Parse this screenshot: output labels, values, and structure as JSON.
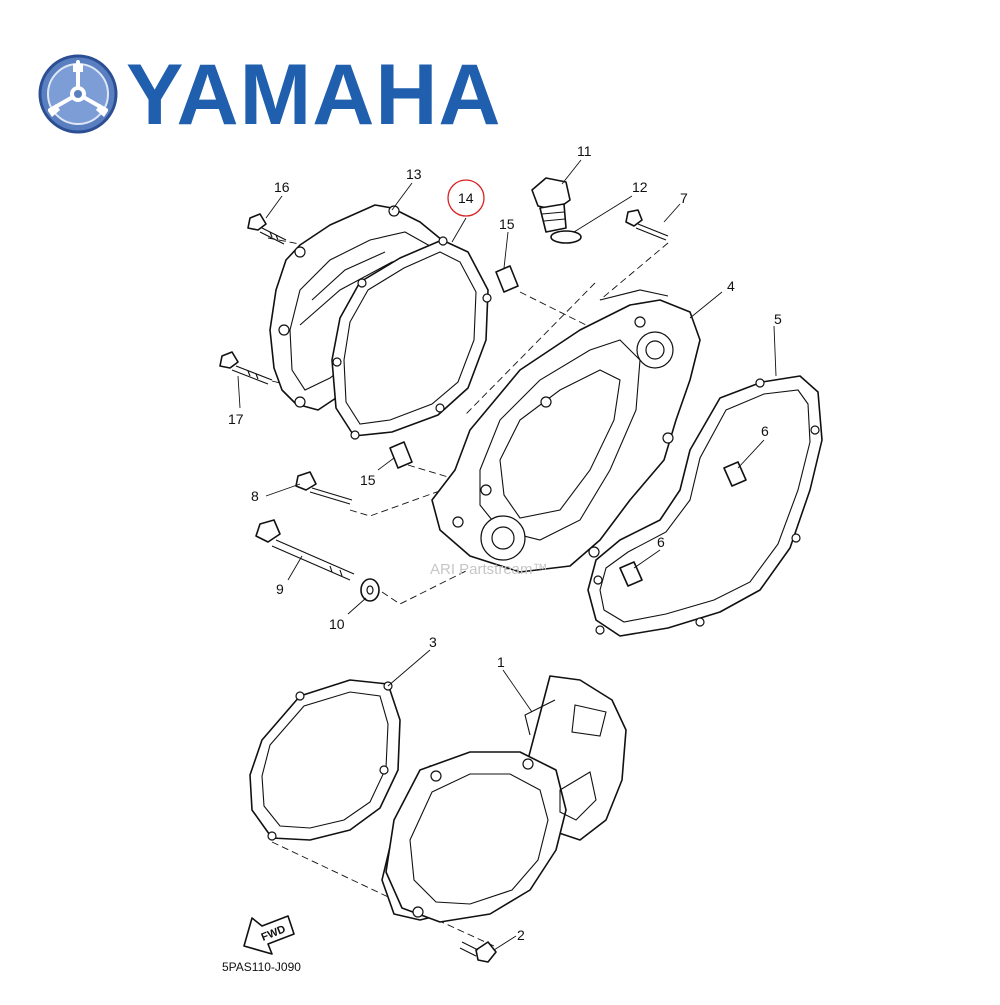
{
  "brand": {
    "name": "YAMAHA",
    "accent": "#1f5fae",
    "logo_icon": "tuning-fork-emblem-icon"
  },
  "diagram": {
    "code": "5PAS110-J090",
    "watermark": "ARI Partstream™",
    "fwd_label": "FWD",
    "highlight_color": "#d92020",
    "highlighted_part": "14",
    "callouts": [
      "1",
      "2",
      "3",
      "4",
      "5",
      "6",
      "6",
      "7",
      "8",
      "9",
      "10",
      "11",
      "12",
      "13",
      "14",
      "15",
      "15",
      "16",
      "17"
    ]
  }
}
